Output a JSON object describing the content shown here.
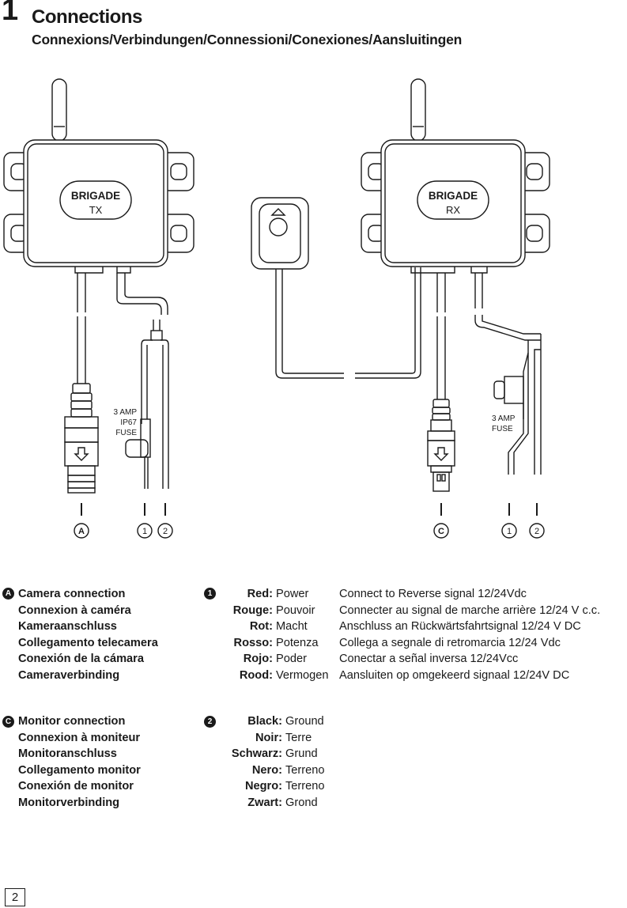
{
  "header": {
    "section_number": "1",
    "title": "Connections",
    "subtitle": "Connexions/Verbindungen/Connessioni/Conexiones/Aansluitingen"
  },
  "diagram": {
    "tx_brand": "BRIGADE",
    "tx_label": "TX",
    "rx_brand": "BRIGADE",
    "rx_label": "RX",
    "tx_fuse_lines": [
      "3 AMP",
      "IP67",
      "FUSE"
    ],
    "rx_fuse_lines": [
      "3 AMP",
      "FUSE"
    ],
    "callouts": {
      "a": "A",
      "c": "C",
      "one": "1",
      "two": "2"
    }
  },
  "legend": {
    "a_badge": "A",
    "a_items": [
      "Camera connection",
      "Connexion à caméra",
      "Kameraanschluss",
      "Collegamento telecamera",
      "Conexión de la cámara",
      "Cameraverbinding"
    ],
    "c_badge": "C",
    "c_items": [
      "Monitor connection",
      "Connexion à moniteur",
      "Monitoranschluss",
      "Collegamento monitor",
      "Conexión de monitor",
      "Monitorverbinding"
    ],
    "w1_badge": "1",
    "w1_rows": [
      {
        "color": "Red:",
        "name": "Power",
        "desc": "Connect to Reverse signal 12/24Vdc"
      },
      {
        "color": "Rouge:",
        "name": "Pouvoir",
        "desc": "Connecter au signal de marche arrière 12/24 V c.c."
      },
      {
        "color": "Rot:",
        "name": "Macht",
        "desc": "Anschluss an Rückwärtsfahrtsignal 12/24 V DC"
      },
      {
        "color": "Rosso:",
        "name": "Potenza",
        "desc": "Collega a segnale di retromarcia 12/24 Vdc"
      },
      {
        "color": "Rojo:",
        "name": "Poder",
        "desc": "Conectar a señal inversa 12/24Vcc"
      },
      {
        "color": "Rood:",
        "name": "Vermogen",
        "desc": "Aansluiten op omgekeerd signaal 12/24V DC"
      }
    ],
    "w2_badge": "2",
    "w2_rows": [
      {
        "color": "Black:",
        "name": "Ground"
      },
      {
        "color": "Noir:",
        "name": "Terre"
      },
      {
        "color": "Schwarz:",
        "name": "Grund"
      },
      {
        "color": "Nero:",
        "name": "Terreno"
      },
      {
        "color": "Negro:",
        "name": "Terreno"
      },
      {
        "color": "Zwart:",
        "name": "Grond"
      }
    ]
  },
  "footer": {
    "page_number": "2"
  }
}
